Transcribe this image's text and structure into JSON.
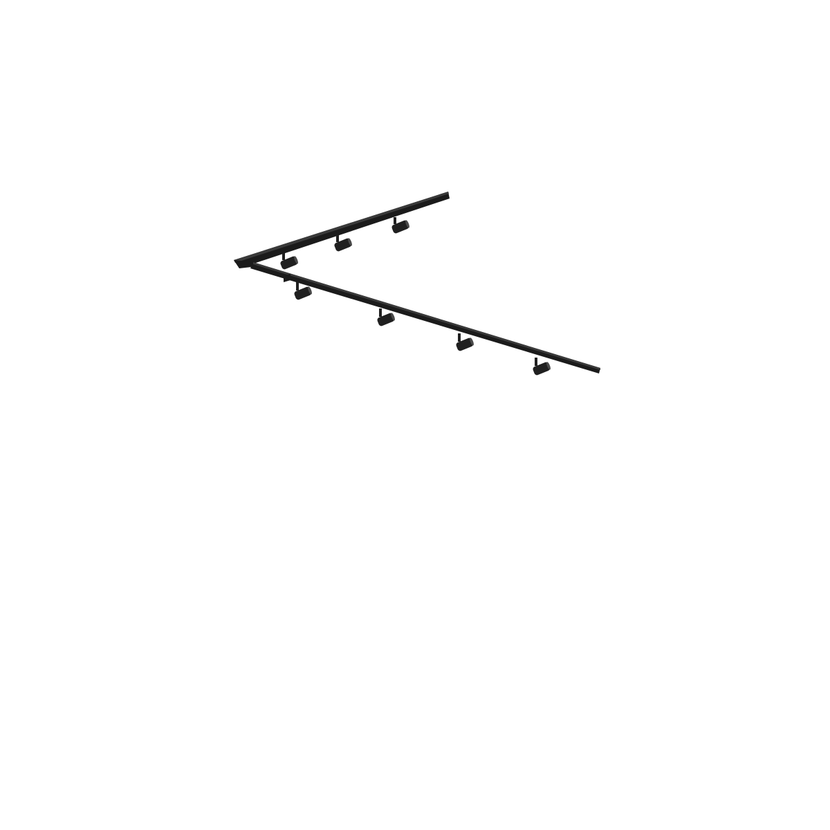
{
  "scene": {
    "subject": "track-lighting-system",
    "background_color": "#ffffff",
    "rail_color": "#1b1b1b",
    "rail_highlight_color": "#3a3a3a",
    "spot_color": "#202020",
    "spot_face_color": "#4a4a4a",
    "rail_count": 2,
    "spotlight_count": 7
  }
}
